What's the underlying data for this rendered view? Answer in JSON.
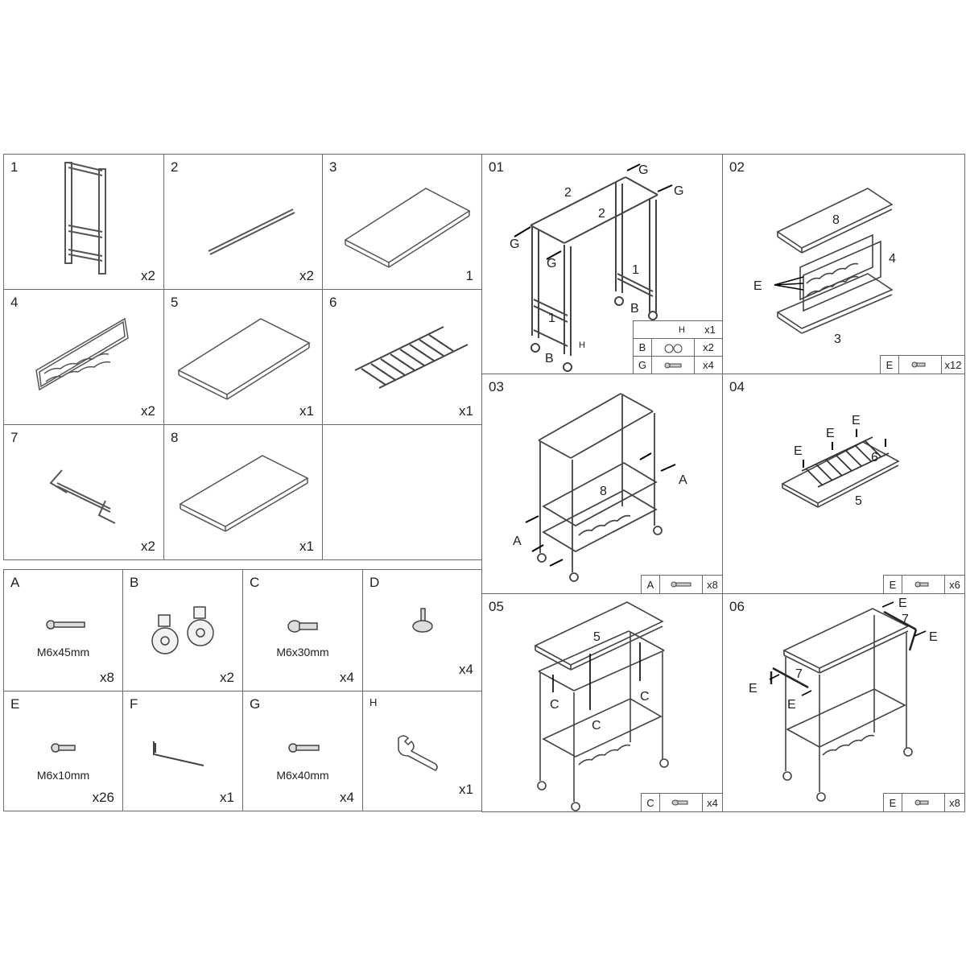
{
  "parts": [
    {
      "num": "1",
      "qty": "x2",
      "icon": "side-frame-icon"
    },
    {
      "num": "2",
      "qty": "x2",
      "icon": "crossbar-rod-icon"
    },
    {
      "num": "3",
      "qty": "1",
      "icon": "shelf-panel-icon"
    },
    {
      "num": "4",
      "qty": "x2",
      "icon": "wine-rack-panel-icon"
    },
    {
      "num": "5",
      "qty": "x1",
      "icon": "shelf-panel-icon"
    },
    {
      "num": "6",
      "qty": "x1",
      "icon": "glass-rack-icon"
    },
    {
      "num": "7",
      "qty": "x2",
      "icon": "towel-bar-icon"
    },
    {
      "num": "8",
      "qty": "x1",
      "icon": "shelf-panel-icon"
    }
  ],
  "hardware": [
    {
      "letter": "A",
      "size": "M6x45mm",
      "qty": "x8",
      "icon": "long-bolt-icon"
    },
    {
      "letter": "B",
      "size": "",
      "qty": "x2",
      "icon": "caster-wheel-icon"
    },
    {
      "letter": "C",
      "size": "M6x30mm",
      "qty": "x4",
      "icon": "screw-icon"
    },
    {
      "letter": "D",
      "size": "",
      "qty": "x4",
      "icon": "leveling-foot-icon"
    },
    {
      "letter": "E",
      "size": "M6x10mm",
      "qty": "x26",
      "icon": "short-bolt-icon"
    },
    {
      "letter": "F",
      "size": "",
      "qty": "x1",
      "icon": "allen-key-icon"
    },
    {
      "letter": "G",
      "size": "M6x40mm",
      "qty": "x4",
      "icon": "bolt-icon"
    },
    {
      "letter": "H",
      "size": "",
      "qty": "x1",
      "icon": "wrench-icon"
    }
  ],
  "steps": [
    {
      "num": "01",
      "labels": {
        "two_a": "2",
        "two_b": "2",
        "g_tr": "G",
        "g_r": "G",
        "g_l": "G",
        "g_m": "G",
        "one_l": "1",
        "one_r": "1",
        "b_l": "B",
        "b_r": "B",
        "h_l": "H"
      },
      "footer": {
        "h_letter": "H",
        "h_qty": "x1",
        "rows": [
          {
            "letter": "B",
            "qty": "x2"
          },
          {
            "letter": "G",
            "qty": "x4"
          }
        ]
      }
    },
    {
      "num": "02",
      "labels": {
        "eight": "8",
        "four": "4",
        "e": "E",
        "three": "3"
      },
      "footer": {
        "letter": "E",
        "qty": "x12"
      }
    },
    {
      "num": "03",
      "labels": {
        "eight": "8",
        "a_r": "A",
        "a_l": "A"
      },
      "footer": {
        "letter": "A",
        "qty": "x8"
      }
    },
    {
      "num": "04",
      "labels": {
        "e1": "E",
        "e2": "E",
        "e3": "E",
        "six": "6",
        "five": "5"
      },
      "footer": {
        "letter": "E",
        "qty": "x6"
      }
    },
    {
      "num": "05",
      "labels": {
        "five": "5",
        "c1": "C",
        "c2": "C",
        "c3": "C"
      },
      "footer": {
        "letter": "C",
        "qty": "x4"
      }
    },
    {
      "num": "06",
      "labels": {
        "e1": "E",
        "e2": "E",
        "e3": "E",
        "e4": "E",
        "seven_a": "7",
        "seven_b": "7"
      },
      "footer": {
        "letter": "E",
        "qty": "x8"
      }
    }
  ]
}
